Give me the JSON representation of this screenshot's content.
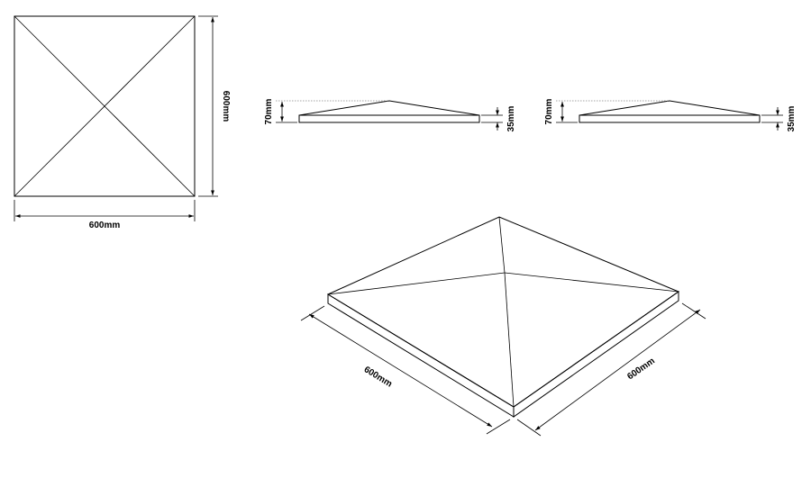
{
  "plan_view": {
    "width_label": "600mm",
    "height_label": "600mm"
  },
  "side_view_left": {
    "total_height_label": "70mm",
    "base_height_label": "35mm"
  },
  "side_view_right": {
    "total_height_label": "70mm",
    "base_height_label": "35mm"
  },
  "iso_view": {
    "left_dim_label": "600mm",
    "right_dim_label": "600mm",
    "colors": {
      "top_face": "#d0d0d0",
      "left_side": "#909090",
      "front_side": "#7a7a7a"
    }
  }
}
